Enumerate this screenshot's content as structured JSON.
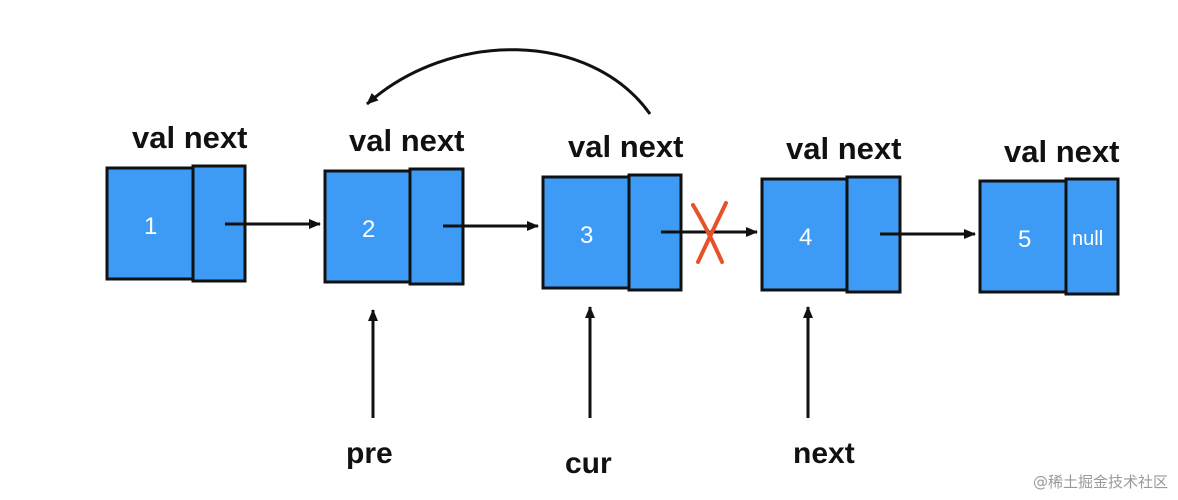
{
  "nodes": [
    {
      "header": "val next",
      "value": "1",
      "next": ""
    },
    {
      "header": "val next",
      "value": "2",
      "next": ""
    },
    {
      "header": "val next",
      "value": "3",
      "next": ""
    },
    {
      "header": "val next",
      "value": "4",
      "next": ""
    },
    {
      "header": "val next",
      "value": "5",
      "next": "null"
    }
  ],
  "pointers": {
    "pre": "pre",
    "cur": "cur",
    "next": "next"
  },
  "watermark": "@稀土掘金技术社区",
  "colors": {
    "node_fill": "#3d9bf5",
    "node_stroke": "#111111",
    "arrow": "#111111",
    "cross": "#e8502a",
    "text": "#111111"
  }
}
